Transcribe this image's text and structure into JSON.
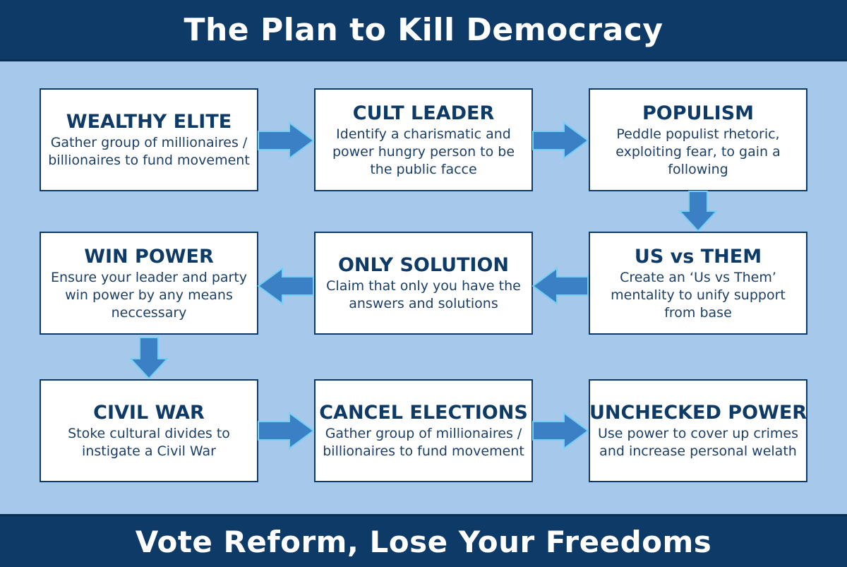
{
  "header": {
    "title": "The Plan to Kill Democracy"
  },
  "footer": {
    "slogan": "Vote Reform, Lose Your Freedoms"
  },
  "colors": {
    "navy": "#0d3a66",
    "background": "#a6c8ea",
    "arrow": "#3b7fc4",
    "arrow_outline": "#74d0f2",
    "box": "#ffffff"
  },
  "steps": [
    {
      "title": "WEALTHY ELITE",
      "description": "Gather group of millionaires / billionaires to fund movement"
    },
    {
      "title": "CULT LEADER",
      "description": "Identify a charismatic and power hungry person to be the public facce"
    },
    {
      "title": "POPULISM",
      "description": "Peddle populist rhetoric, exploiting fear, to gain a following"
    },
    {
      "title": "US vs THEM",
      "description": "Create an ‘Us vs Them’ mentality to unify support from base"
    },
    {
      "title": "ONLY SOLUTION",
      "description": "Claim that only you have the answers and solutions"
    },
    {
      "title": "WIN POWER",
      "description": "Ensure your leader and party win power by any means neccessary"
    },
    {
      "title": "CIVIL WAR",
      "description": "Stoke cultural divides to instigate a Civil War"
    },
    {
      "title": "CANCEL ELECTIONS",
      "description": "Gather group of millionaires / billionaires to fund movement"
    },
    {
      "title": "UNCHECKED POWER",
      "description": "Use power to cover up crimes and increase personal welath"
    }
  ],
  "arrows": [
    {
      "from": "WEALTHY ELITE",
      "to": "CULT LEADER",
      "direction": "right"
    },
    {
      "from": "CULT LEADER",
      "to": "POPULISM",
      "direction": "right"
    },
    {
      "from": "POPULISM",
      "to": "US vs THEM",
      "direction": "down"
    },
    {
      "from": "US vs THEM",
      "to": "ONLY SOLUTION",
      "direction": "left"
    },
    {
      "from": "ONLY SOLUTION",
      "to": "WIN POWER",
      "direction": "left"
    },
    {
      "from": "WIN POWER",
      "to": "CIVIL WAR",
      "direction": "down"
    },
    {
      "from": "CIVIL WAR",
      "to": "CANCEL ELECTIONS",
      "direction": "right"
    },
    {
      "from": "CANCEL ELECTIONS",
      "to": "UNCHECKED POWER",
      "direction": "right"
    }
  ]
}
